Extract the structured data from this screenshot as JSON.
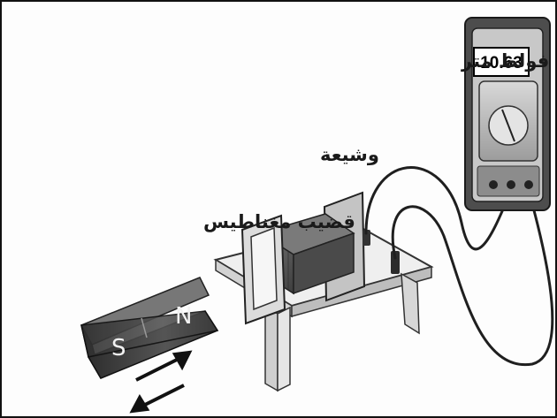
{
  "labels": {
    "voltmeter": "فولط متر",
    "coil": "وشيعة",
    "magnet": "قضيب مغناطيس"
  },
  "voltmeter": {
    "reading": "10.63"
  },
  "magnet": {
    "pole_s": "S",
    "pole_n": "N"
  },
  "colors": {
    "ink": "#1a1a1a",
    "magnet_dark": "#3a3a3a",
    "meter_body": "#4a4a4a",
    "background": "#ffffff"
  }
}
